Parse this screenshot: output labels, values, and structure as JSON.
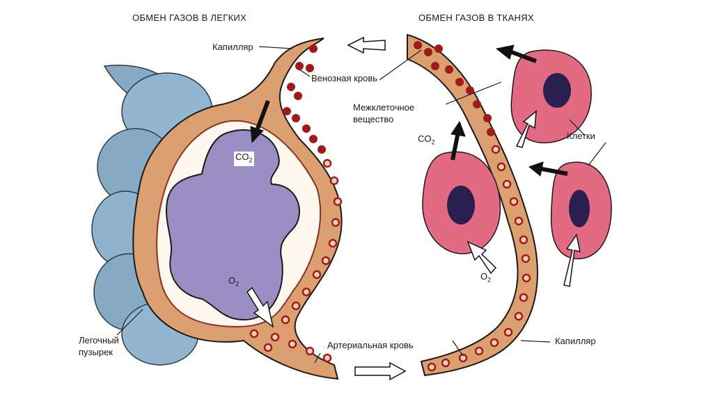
{
  "titles": {
    "lungs": "ОБМЕН ГАЗОВ В ЛЕГКИХ",
    "tissues": "ОБМЕН ГАЗОВ В ТКАНЯХ"
  },
  "labels": {
    "capillary_top": "Капилляр",
    "venous_blood": "Венозная кровь",
    "intercellular_1": "Межклеточное",
    "intercellular_2": "вещество",
    "cells": "Клетки",
    "alveolus_1": "Легочный",
    "alveolus_2": "пузырек",
    "arterial_blood": "Артериальная кровь",
    "capillary_bottom": "Капилляр"
  },
  "gases": {
    "co2": "CO",
    "o2": "O",
    "subscript": "2"
  },
  "colors": {
    "alveolus_blue": "#8fb3cc",
    "alveolus_purple": "#9a8fc4",
    "capillary": "#e0a070",
    "blood_cell": "#a01a1a",
    "tissue_cell": "#e0607a",
    "nucleus": "#2a2050"
  }
}
